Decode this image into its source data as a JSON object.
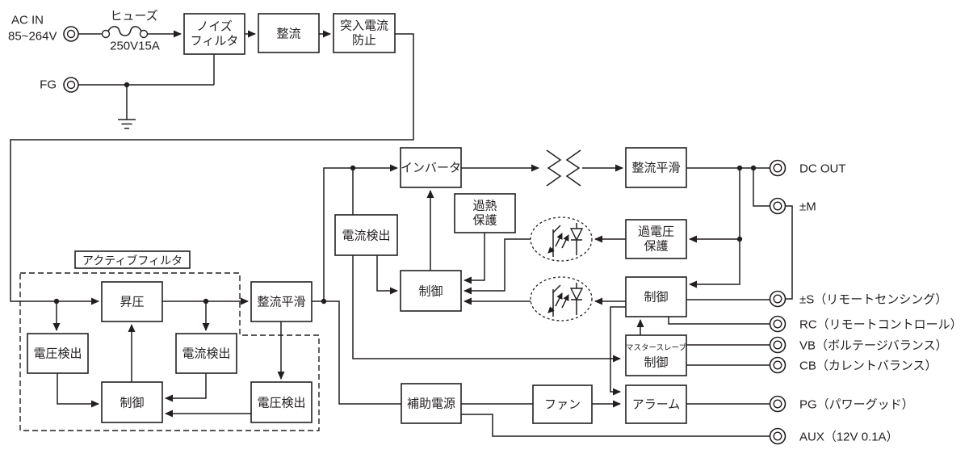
{
  "diagram": {
    "colors": {
      "line": "#231f20",
      "background": "#ffffff"
    },
    "input": {
      "ac_label1": "AC IN",
      "ac_label2": "85~264V",
      "fuse_label": "ヒューズ",
      "fuse_rating": "250V15A",
      "fg_label": "FG"
    },
    "blocks": {
      "noise_filter1": "ノイズ",
      "noise_filter2": "フィルタ",
      "rectifier": "整流",
      "inrush1": "突入電流",
      "inrush2": "防止",
      "active_filter_title": "アクティブフィルタ",
      "boost": "昇圧",
      "af_voltage_detect": "電圧検出",
      "af_current_detect": "電流検出",
      "af_control": "制御",
      "af_rect_smooth": "整流平滑",
      "af_voltage_detect2": "電圧検出",
      "inverter": "インバータ",
      "main_current_detect": "電流検出",
      "overheat1": "過熱",
      "overheat2": "保護",
      "main_control": "制御",
      "out_rect_smooth": "整流平滑",
      "overvoltage1": "過電圧",
      "overvoltage2": "保護",
      "out_control": "制御",
      "master_slave1": "マスタースレーブ",
      "master_slave2": "制御",
      "aux_power": "補助電源",
      "fan": "ファン",
      "alarm": "アラーム"
    },
    "terminals": {
      "dc_out": "DC OUT",
      "m": "±M",
      "s": "±S（リモートセンシング）",
      "rc": "RC（リモートコントロール）",
      "vb": "VB（ボルテージバランス）",
      "cb": "CB（カレントバランス）",
      "pg": "PG（パワーグッド）",
      "aux": "AUX（12V 0.1A）"
    }
  }
}
